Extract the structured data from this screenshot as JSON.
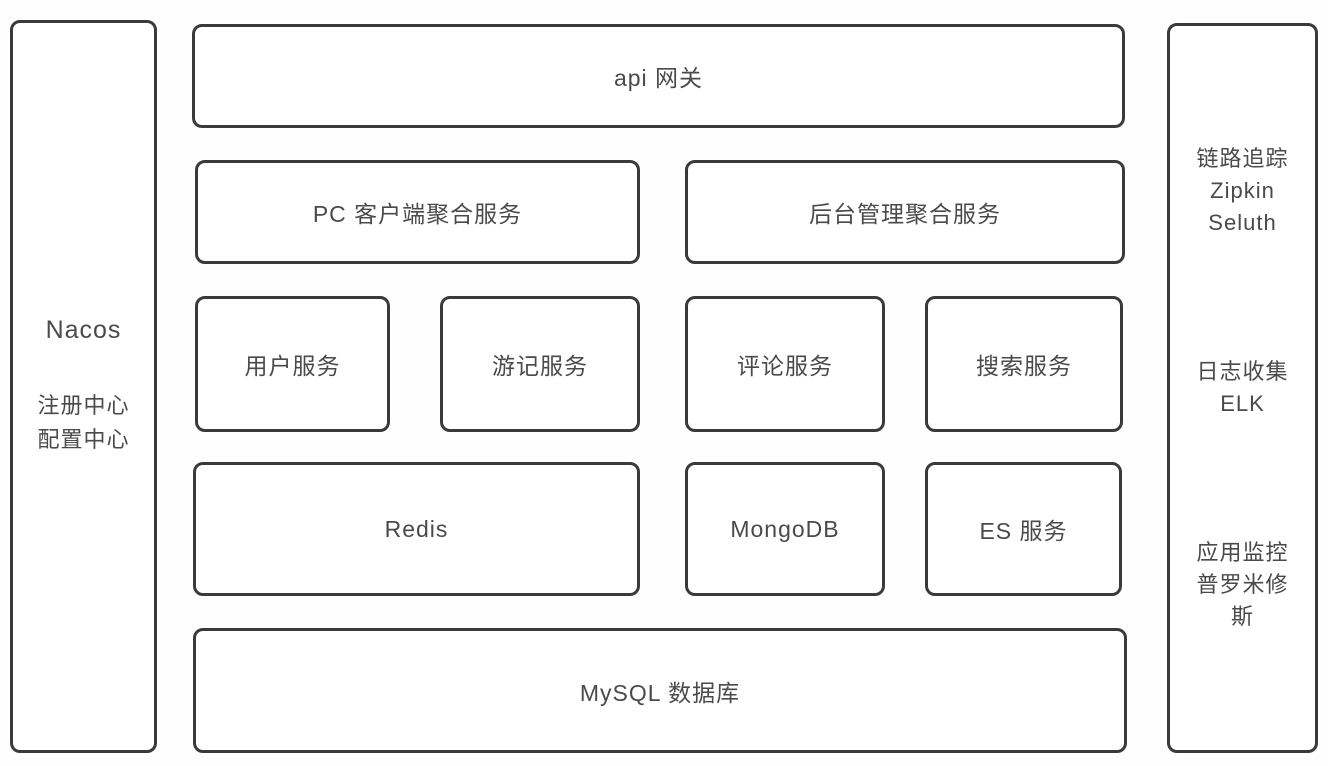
{
  "diagram": {
    "left_panel": {
      "title": "Nacos",
      "line1": "注册中心",
      "line2": "配置中心"
    },
    "gateway": {
      "label": "api 网关"
    },
    "aggregation_services": [
      {
        "label": "PC 客户端聚合服务"
      },
      {
        "label": "后台管理聚合服务"
      }
    ],
    "microservices": [
      {
        "label": "用户服务"
      },
      {
        "label": "游记服务"
      },
      {
        "label": "评论服务"
      },
      {
        "label": "搜索服务"
      }
    ],
    "datastores": [
      {
        "label": "Redis"
      },
      {
        "label": "MongoDB"
      },
      {
        "label": "ES 服务"
      }
    ],
    "database": {
      "label": "MySQL 数据库"
    },
    "right_panel": {
      "groups": [
        {
          "line1": "链路追踪",
          "line2": "Zipkin",
          "line3": "Seluth"
        },
        {
          "line1": "日志收集",
          "line2": "ELK"
        },
        {
          "line1": "应用监控",
          "line2": "普罗米修斯"
        }
      ]
    },
    "colors": {
      "border": "#3a3a3a",
      "text": "#4a4a4a",
      "background": "#ffffff"
    }
  }
}
